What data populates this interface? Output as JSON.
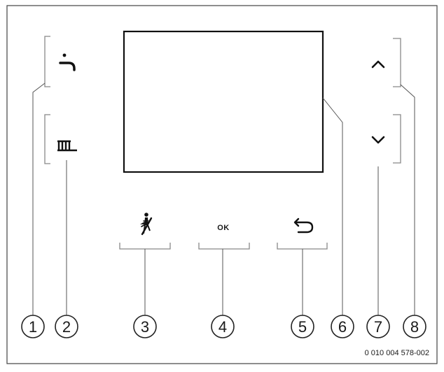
{
  "diagram": {
    "buttons": [
      {
        "id": "hot-water",
        "icon": "hot-water-tap-icon",
        "callout": "1"
      },
      {
        "id": "heating",
        "icon": "radiator-icon",
        "callout": "2"
      },
      {
        "id": "chimney-sweep",
        "icon": "chimney-sweep-icon",
        "callout": "3"
      },
      {
        "id": "ok",
        "label": "OK",
        "callout": "4"
      },
      {
        "id": "back",
        "icon": "back-arrow-icon",
        "callout": "5"
      },
      {
        "id": "display",
        "callout": "6"
      },
      {
        "id": "down",
        "icon": "chevron-down-icon",
        "callout": "7"
      },
      {
        "id": "up",
        "icon": "chevron-up-icon",
        "callout": "8"
      }
    ],
    "ok_label": "OK",
    "callouts": [
      "1",
      "2",
      "3",
      "4",
      "5",
      "6",
      "7",
      "8"
    ],
    "document_id": "0 010 004 578-002"
  }
}
